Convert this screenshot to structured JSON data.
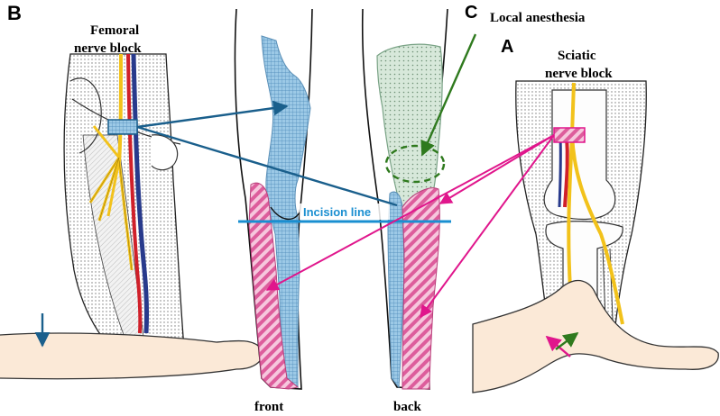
{
  "panels": {
    "b": {
      "letter": "B",
      "title_line1": "Femoral",
      "title_line2": "nerve block"
    },
    "a": {
      "letter": "A",
      "title_line1": "Sciatic",
      "title_line2": "nerve block"
    },
    "c": {
      "letter": "C",
      "title": "Local anesthesia"
    }
  },
  "legs": {
    "front_label": "front",
    "back_label": "back",
    "incision_label": "Incision line"
  },
  "colors": {
    "femoral_blue": "#1a5f8c",
    "sciatic_magenta": "#e0168c",
    "local_green": "#2f7a1e",
    "incision_blue": "#1a8fd1",
    "blue_fill": "#9cc9e6",
    "pink_fill": "#e98ab8",
    "green_fill": "#cfe3d2",
    "nerve_yellow": "#f2c21b",
    "artery_red": "#d0202a",
    "vein_blue": "#283a8c"
  }
}
